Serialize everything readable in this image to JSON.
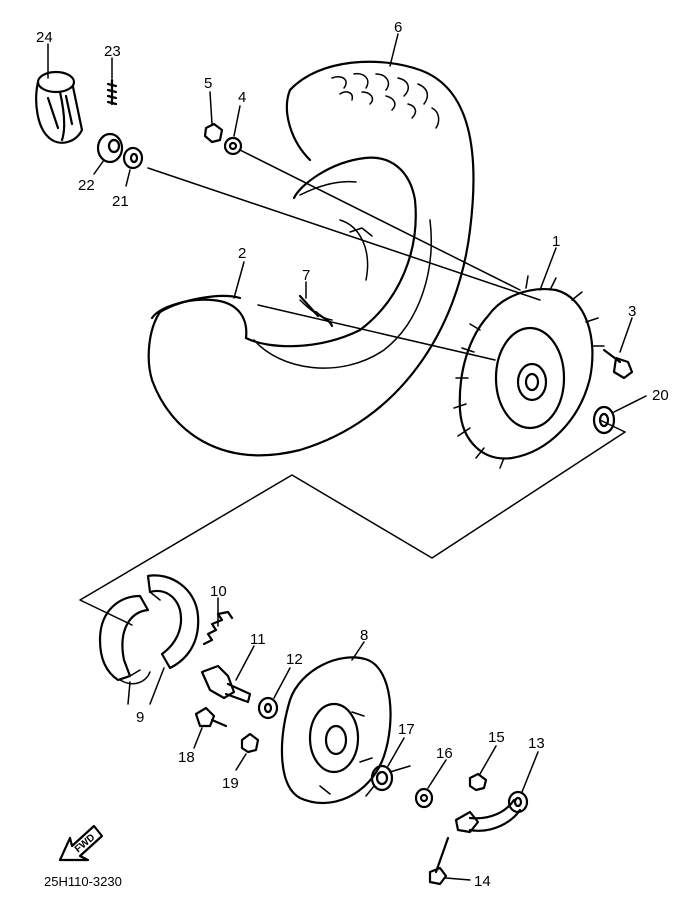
{
  "diagram": {
    "part_labels": {
      "p1": "1",
      "p2": "2",
      "p3": "3",
      "p4": "4",
      "p5": "5",
      "p6": "6",
      "p7": "7",
      "p8": "8",
      "p9": "9",
      "p10": "10",
      "p11": "11",
      "p12": "12",
      "p13": "13",
      "p14": "14",
      "p15": "15",
      "p16": "16",
      "p17": "17",
      "p18": "18",
      "p19": "19",
      "p20": "20",
      "p21": "21",
      "p22": "22",
      "p23": "23",
      "p24": "24"
    },
    "drawing_code": "25H110-3230",
    "forward_arrow_text": "FWD",
    "line_color": "#000000",
    "background_color": "#ffffff"
  }
}
